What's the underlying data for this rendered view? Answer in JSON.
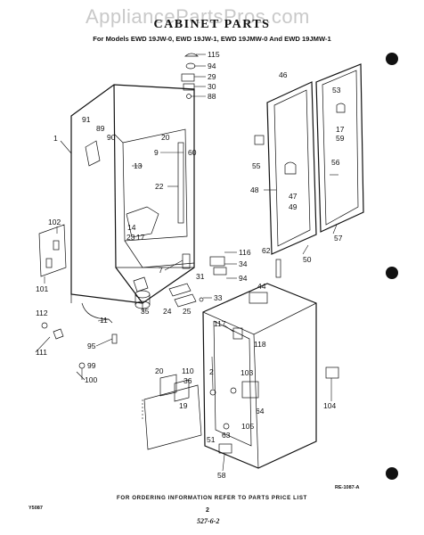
{
  "watermark": "AppliancePartsPros.com",
  "title": "CABINET PARTS",
  "subtitle": "For Models EWD 19JW-0, EWD 19JW-1, EWD 19JMW-0 And EWD 19JMW-1",
  "footer": "FOR ORDERING INFORMATION REFER TO PARTS PRICE LIST",
  "drawing_code": "RE-1087-A",
  "corner_code": "Y5087",
  "page_number": "2",
  "handwritten": "527-6-2",
  "callouts": [
    {
      "id": "c115",
      "text": "115"
    },
    {
      "id": "c94a",
      "text": "94"
    },
    {
      "id": "c29",
      "text": "29"
    },
    {
      "id": "c30",
      "text": "30"
    },
    {
      "id": "c88",
      "text": "88"
    },
    {
      "id": "c46",
      "text": "46"
    },
    {
      "id": "c53",
      "text": "53"
    },
    {
      "id": "c1",
      "text": "1"
    },
    {
      "id": "c91",
      "text": "91"
    },
    {
      "id": "c89",
      "text": "89"
    },
    {
      "id": "c90",
      "text": "90"
    },
    {
      "id": "c20a",
      "text": "20"
    },
    {
      "id": "c9",
      "text": "9"
    },
    {
      "id": "c60",
      "text": "60"
    },
    {
      "id": "c13",
      "text": "13"
    },
    {
      "id": "c22",
      "text": "22"
    },
    {
      "id": "c14",
      "text": "14"
    },
    {
      "id": "c23",
      "text": "23"
    },
    {
      "id": "c17a",
      "text": "17"
    },
    {
      "id": "c7",
      "text": "7"
    },
    {
      "id": "c55",
      "text": "55"
    },
    {
      "id": "c17b",
      "text": "17"
    },
    {
      "id": "c59",
      "text": "59"
    },
    {
      "id": "c56",
      "text": "56"
    },
    {
      "id": "c48",
      "text": "48"
    },
    {
      "id": "c47",
      "text": "47"
    },
    {
      "id": "c49",
      "text": "49"
    },
    {
      "id": "c57",
      "text": "57"
    },
    {
      "id": "c50",
      "text": "50"
    },
    {
      "id": "c62",
      "text": "62"
    },
    {
      "id": "c116",
      "text": "116"
    },
    {
      "id": "c34",
      "text": "34"
    },
    {
      "id": "c94b",
      "text": "94"
    },
    {
      "id": "c31",
      "text": "31"
    },
    {
      "id": "c44",
      "text": "44"
    },
    {
      "id": "c33",
      "text": "33"
    },
    {
      "id": "c102",
      "text": "102"
    },
    {
      "id": "c101",
      "text": "101"
    },
    {
      "id": "c112",
      "text": "112"
    },
    {
      "id": "c11",
      "text": "11"
    },
    {
      "id": "c35",
      "text": "35"
    },
    {
      "id": "c24",
      "text": "24"
    },
    {
      "id": "c25",
      "text": "25"
    },
    {
      "id": "c117",
      "text": "117"
    },
    {
      "id": "c118",
      "text": "118"
    },
    {
      "id": "c111",
      "text": "111"
    },
    {
      "id": "c95",
      "text": "95"
    },
    {
      "id": "c99",
      "text": "99"
    },
    {
      "id": "c100",
      "text": "100"
    },
    {
      "id": "c20b",
      "text": "20"
    },
    {
      "id": "c110",
      "text": "110"
    },
    {
      "id": "c36",
      "text": "36"
    },
    {
      "id": "c2",
      "text": "2"
    },
    {
      "id": "c103",
      "text": "103"
    },
    {
      "id": "c19",
      "text": "19"
    },
    {
      "id": "c64",
      "text": "64"
    },
    {
      "id": "c105",
      "text": "105"
    },
    {
      "id": "c104",
      "text": "104"
    },
    {
      "id": "c51",
      "text": "51"
    },
    {
      "id": "c63",
      "text": "63"
    },
    {
      "id": "c58",
      "text": "58"
    }
  ]
}
